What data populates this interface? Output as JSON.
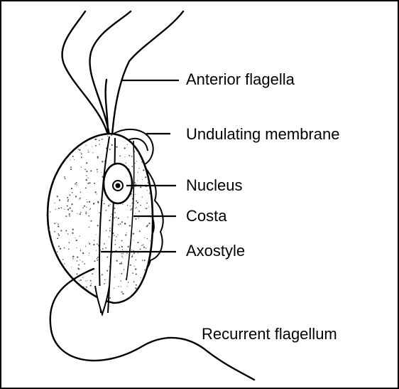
{
  "diagram": {
    "labels": {
      "anterior_flagella": "Anterior flagella",
      "undulating_membrane": "Undulating membrane",
      "nucleus": "Nucleus",
      "costa": "Costa",
      "axostyle": "Axostyle",
      "recurrent_flagellum": "Recurrent flagellum"
    },
    "colors": {
      "border": "#000000",
      "stroke": "#000000",
      "body_fill": "#ffffff",
      "stipple": "#555555"
    }
  }
}
